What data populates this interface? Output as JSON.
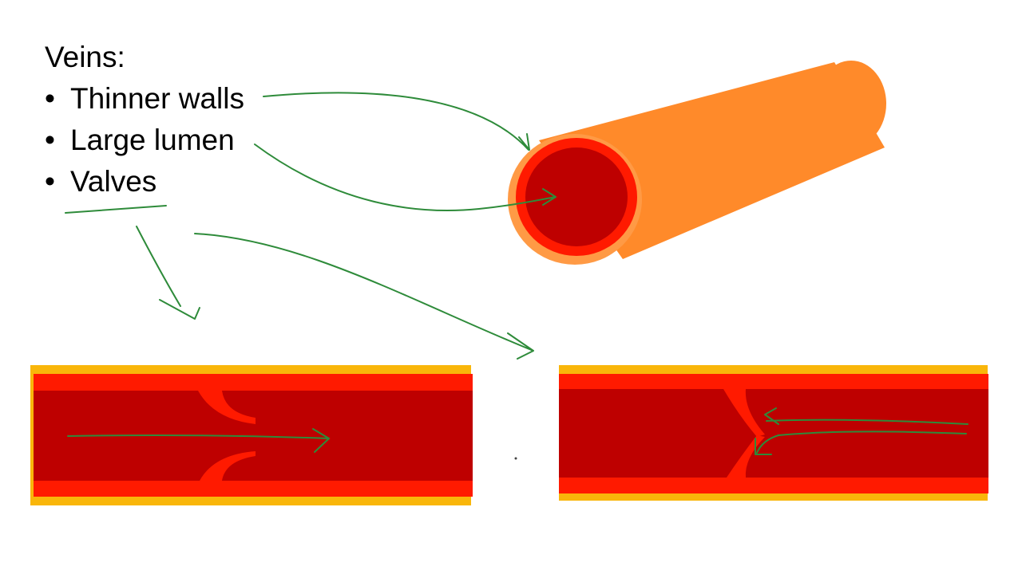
{
  "title": "Veins:",
  "bullets": [
    {
      "label": "Thinner walls"
    },
    {
      "label": "Large lumen"
    },
    {
      "label": "Valves"
    }
  ],
  "bullet_glyph": "•",
  "colors": {
    "tube_body": "#FF8A2A",
    "tube_rim": "#FF9A45",
    "wall": "#FF1A00",
    "lumen": "#BE0000",
    "outer_layer": "#F9B60A",
    "annotation": "#2E8B3A",
    "text": "#000000"
  }
}
